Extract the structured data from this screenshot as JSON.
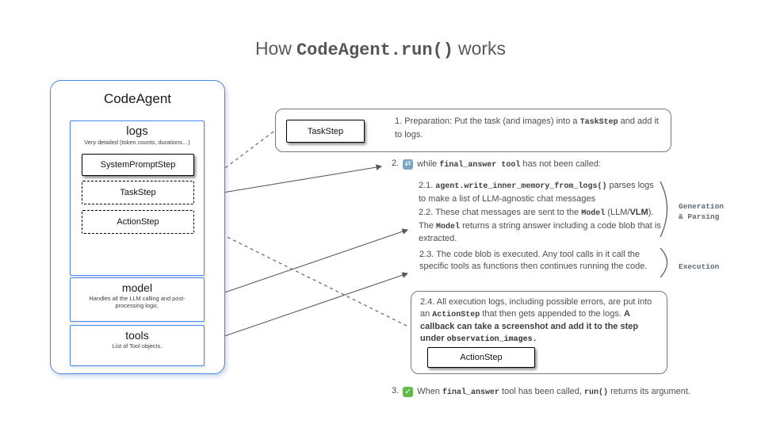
{
  "title": {
    "prefix": "How",
    "code": "CodeAgent.run()",
    "suffix": "works"
  },
  "agent": {
    "label": "CodeAgent",
    "logs": {
      "label": "logs",
      "subtitle": "Very detailed (token counts, durations…)",
      "steps": [
        {
          "label": "SystemPromptStep"
        },
        {
          "label": "TaskStep"
        },
        {
          "label": "ActionStep"
        }
      ]
    },
    "model": {
      "label": "model",
      "subtitle": "Handles all the LLM calling and post-processing logic."
    },
    "tools": {
      "label": "tools",
      "subtitle": "List of Tool objects."
    }
  },
  "steps": {
    "step1": {
      "chip": "TaskStep",
      "rich": [
        {
          "t": "1.  Preparation: Put the task (and images) into a ",
          "s": "p"
        },
        {
          "t": "TaskStep",
          "s": "c"
        },
        {
          "t": " and add it to logs.",
          "s": "p"
        }
      ]
    },
    "step2": {
      "num": "2.",
      "icon": "repeat-icon",
      "rich": [
        {
          "t": "while ",
          "s": "p"
        },
        {
          "t": "final_answer tool",
          "s": "c"
        },
        {
          "t": " has not been called:",
          "s": "p"
        }
      ]
    },
    "s21": {
      "rich": [
        {
          "t": "2.1. ",
          "s": "p"
        },
        {
          "t": "agent.write_inner_memory_from_logs()",
          "s": "c"
        },
        {
          "t": " parses logs to make a list of LLM-agnostic chat messages",
          "s": "p"
        }
      ]
    },
    "s22": {
      "rich": [
        {
          "t": "2.2. These chat messages are sent to the ",
          "s": "p"
        },
        {
          "t": "Model",
          "s": "c"
        },
        {
          "t": " (LLM/",
          "s": "p"
        },
        {
          "t": "VLM",
          "s": "b"
        },
        {
          "t": "). The ",
          "s": "p"
        },
        {
          "t": "Model",
          "s": "c"
        },
        {
          "t": "  returns a string answer including a code blob that is extracted.",
          "s": "p"
        }
      ]
    },
    "s23": {
      "rich": [
        {
          "t": "2.3. The code blob is executed. Any tool calls in it call the specific tools as functions then continues running the code.",
          "s": "p"
        }
      ]
    },
    "s24": {
      "chip": "ActionStep",
      "rich": [
        {
          "t": "2.4. All execution logs, including possible errors, are put into an ",
          "s": "p"
        },
        {
          "t": "ActionStep",
          "s": "c"
        },
        {
          "t": " that then gets appended to the logs. ",
          "s": "p"
        },
        {
          "t": "A callback can  take a screenshot and add it to the step under ",
          "s": "b"
        },
        {
          "t": "observation_images.",
          "s": "bc"
        }
      ]
    },
    "step3": {
      "num": "3.",
      "icon": "check-icon",
      "rich": [
        {
          "t": "When ",
          "s": "p"
        },
        {
          "t": "final_answer",
          "s": "c"
        },
        {
          "t": " tool has been called, ",
          "s": "p"
        },
        {
          "t": "run()",
          "s": "c"
        },
        {
          "t": " returns its argument.",
          "s": "p"
        }
      ]
    }
  },
  "side_labels": {
    "generation": "Generation\n& Parsing",
    "execution": "Execution"
  },
  "icons": {
    "repeat_glyph": "⇄",
    "check_glyph": "✓"
  },
  "colors": {
    "accent_blue": "#4a86e8",
    "box_gray": "#777777",
    "text": "#4e4e4e",
    "side_label_gray": "#5d6a73",
    "repeat_icon_bg": "#7ba6c2",
    "check_icon_bg": "#61bb46",
    "arrow": "#595959"
  }
}
